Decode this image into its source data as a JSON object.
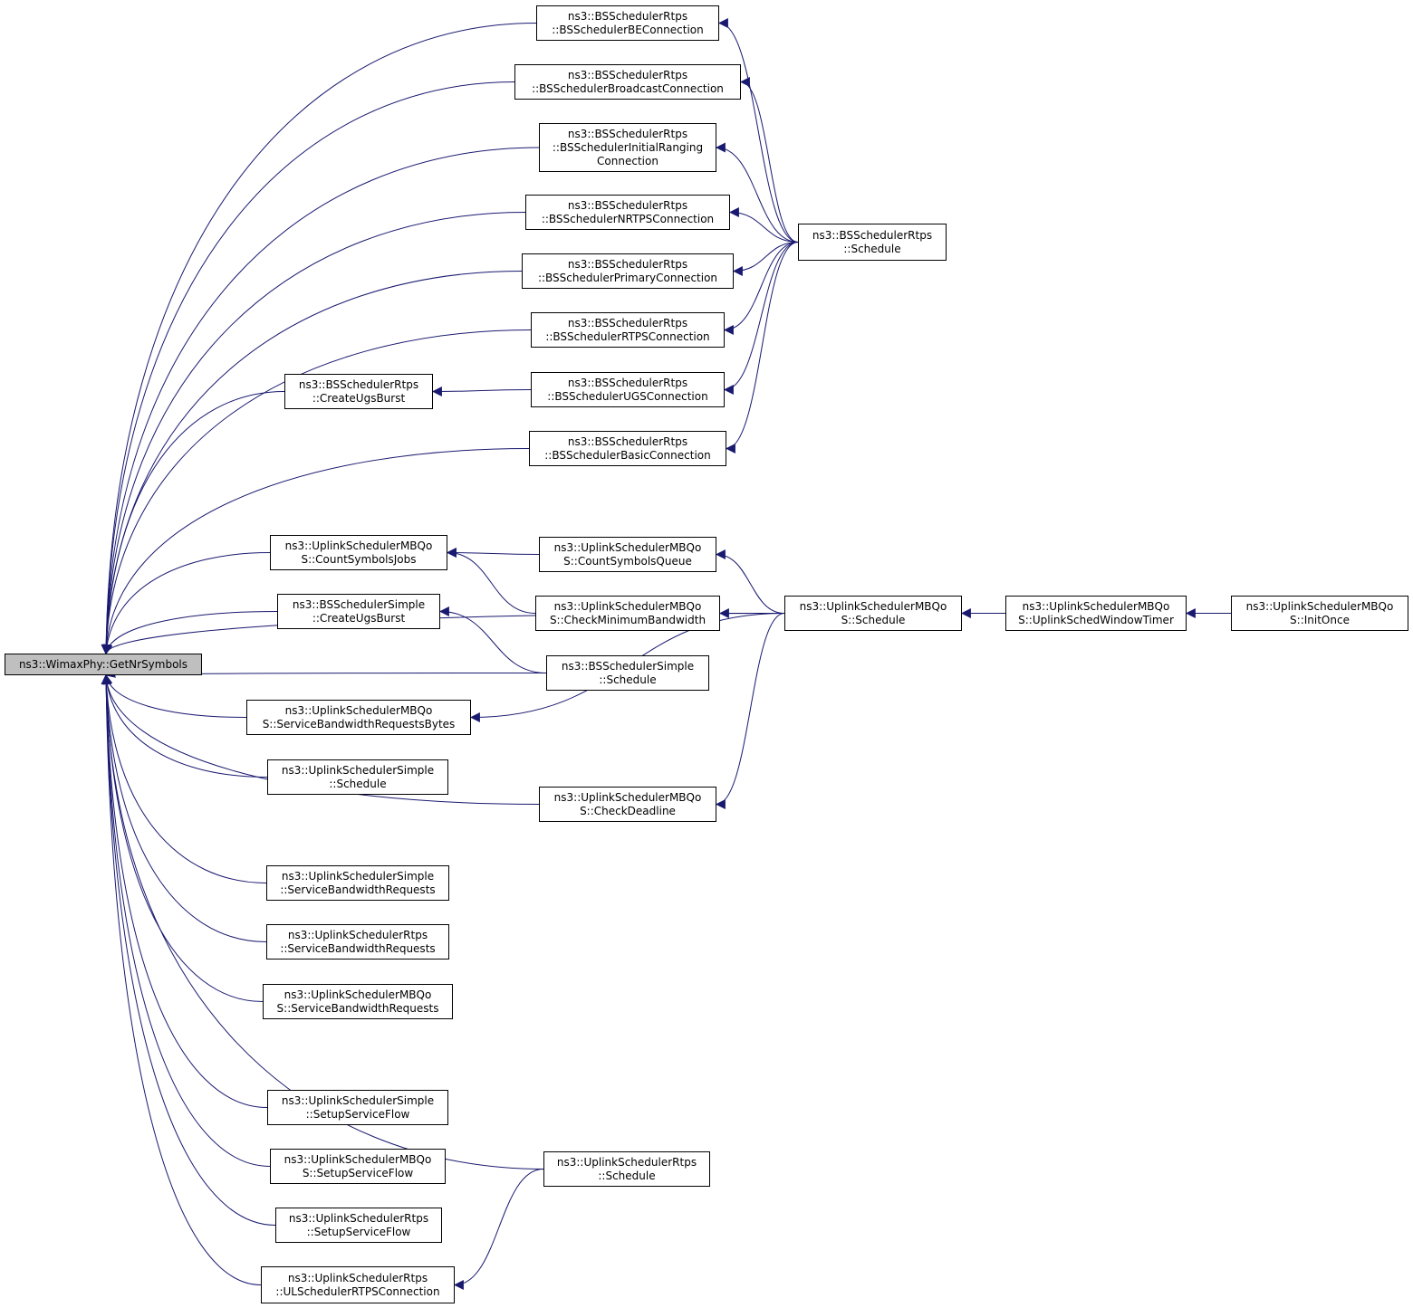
{
  "colors": {
    "edge": "#191970",
    "root_fill": "#bfbfbf",
    "node_fill": "#ffffff",
    "border": "#000000"
  },
  "nodes": {
    "root": {
      "lines": [
        "ns3::WimaxPhy::GetNrSymbols"
      ]
    },
    "be_conn": {
      "lines": [
        "ns3::BSSchedulerRtps",
        "::BSSchedulerBEConnection"
      ]
    },
    "bc_conn": {
      "lines": [
        "ns3::BSSchedulerRtps",
        "::BSSchedulerBroadcastConnection"
      ]
    },
    "ir_conn": {
      "lines": [
        "ns3::BSSchedulerRtps",
        "::BSSchedulerInitialRanging",
        "Connection"
      ]
    },
    "nrtps_conn": {
      "lines": [
        "ns3::BSSchedulerRtps",
        "::BSSchedulerNRTPSConnection"
      ]
    },
    "prim_conn": {
      "lines": [
        "ns3::BSSchedulerRtps",
        "::BSSchedulerPrimaryConnection"
      ]
    },
    "rtps_conn": {
      "lines": [
        "ns3::BSSchedulerRtps",
        "::BSSchedulerRTPSConnection"
      ]
    },
    "rtps_ugs_burst": {
      "lines": [
        "ns3::BSSchedulerRtps",
        "::CreateUgsBurst"
      ]
    },
    "ugs_conn": {
      "lines": [
        "ns3::BSSchedulerRtps",
        "::BSSchedulerUGSConnection"
      ]
    },
    "basic_conn": {
      "lines": [
        "ns3::BSSchedulerRtps",
        "::BSSchedulerBasicConnection"
      ]
    },
    "rtps_schedule": {
      "lines": [
        "ns3::BSSchedulerRtps",
        "::Schedule"
      ]
    },
    "mbqos_count_jobs": {
      "lines": [
        "ns3::UplinkSchedulerMBQo",
        "S::CountSymbolsJobs"
      ]
    },
    "mbqos_count_queue": {
      "lines": [
        "ns3::UplinkSchedulerMBQo",
        "S::CountSymbolsQueue"
      ]
    },
    "simple_ugs_burst": {
      "lines": [
        "ns3::BSSchedulerSimple",
        "::CreateUgsBurst"
      ]
    },
    "mbqos_min_bw": {
      "lines": [
        "ns3::UplinkSchedulerMBQo",
        "S::CheckMinimumBandwidth"
      ]
    },
    "mbqos_schedule": {
      "lines": [
        "ns3::UplinkSchedulerMBQo",
        "S::Schedule"
      ]
    },
    "mbqos_window_timer": {
      "lines": [
        "ns3::UplinkSchedulerMBQo",
        "S::UplinkSchedWindowTimer"
      ]
    },
    "mbqos_init_once": {
      "lines": [
        "ns3::UplinkSchedulerMBQo",
        "S::InitOnce"
      ]
    },
    "bs_simple_schedule": {
      "lines": [
        "ns3::BSSchedulerSimple",
        "::Schedule"
      ]
    },
    "mbqos_bw_bytes": {
      "lines": [
        "ns3::UplinkSchedulerMBQo",
        "S::ServiceBandwidthRequestsBytes"
      ]
    },
    "ul_simple_schedule": {
      "lines": [
        "ns3::UplinkSchedulerSimple",
        "::Schedule"
      ]
    },
    "mbqos_deadline": {
      "lines": [
        "ns3::UplinkSchedulerMBQo",
        "S::CheckDeadline"
      ]
    },
    "ul_simple_bw_req": {
      "lines": [
        "ns3::UplinkSchedulerSimple",
        "::ServiceBandwidthRequests"
      ]
    },
    "ul_rtps_bw_req": {
      "lines": [
        "ns3::UplinkSchedulerRtps",
        "::ServiceBandwidthRequests"
      ]
    },
    "mbqos_bw_req": {
      "lines": [
        "ns3::UplinkSchedulerMBQo",
        "S::ServiceBandwidthRequests"
      ]
    },
    "ul_simple_setup": {
      "lines": [
        "ns3::UplinkSchedulerSimple",
        "::SetupServiceFlow"
      ]
    },
    "mbqos_setup": {
      "lines": [
        "ns3::UplinkSchedulerMBQo",
        "S::SetupServiceFlow"
      ]
    },
    "ul_rtps_setup": {
      "lines": [
        "ns3::UplinkSchedulerRtps",
        "::SetupServiceFlow"
      ]
    },
    "ul_rtps_schedule": {
      "lines": [
        "ns3::UplinkSchedulerRtps",
        "::Schedule"
      ]
    },
    "ul_rtps_rtps_conn": {
      "lines": [
        "ns3::UplinkSchedulerRtps",
        "::ULSchedulerRTPSConnection"
      ]
    }
  },
  "edges": [
    [
      "be_conn",
      "root"
    ],
    [
      "bc_conn",
      "root"
    ],
    [
      "ir_conn",
      "root"
    ],
    [
      "nrtps_conn",
      "root"
    ],
    [
      "prim_conn",
      "root"
    ],
    [
      "rtps_conn",
      "root"
    ],
    [
      "rtps_ugs_burst",
      "root"
    ],
    [
      "basic_conn",
      "root"
    ],
    [
      "mbqos_count_jobs",
      "root"
    ],
    [
      "simple_ugs_burst",
      "root"
    ],
    [
      "bs_simple_schedule",
      "root"
    ],
    [
      "mbqos_bw_bytes",
      "root"
    ],
    [
      "ul_simple_schedule",
      "root"
    ],
    [
      "mbqos_deadline",
      "root"
    ],
    [
      "ul_simple_bw_req",
      "root"
    ],
    [
      "ul_rtps_bw_req",
      "root"
    ],
    [
      "mbqos_bw_req",
      "root"
    ],
    [
      "ul_simple_setup",
      "root"
    ],
    [
      "mbqos_setup",
      "root"
    ],
    [
      "ul_rtps_setup",
      "root"
    ],
    [
      "ul_rtps_schedule",
      "root"
    ],
    [
      "ul_rtps_rtps_conn",
      "root"
    ],
    [
      "mbqos_schedule",
      "root"
    ],
    [
      "rtps_schedule",
      "be_conn"
    ],
    [
      "rtps_schedule",
      "bc_conn"
    ],
    [
      "rtps_schedule",
      "ir_conn"
    ],
    [
      "rtps_schedule",
      "nrtps_conn"
    ],
    [
      "rtps_schedule",
      "prim_conn"
    ],
    [
      "rtps_schedule",
      "rtps_conn"
    ],
    [
      "rtps_schedule",
      "ugs_conn"
    ],
    [
      "rtps_schedule",
      "basic_conn"
    ],
    [
      "ugs_conn",
      "rtps_ugs_burst"
    ],
    [
      "mbqos_count_queue",
      "mbqos_count_jobs"
    ],
    [
      "mbqos_min_bw",
      "mbqos_count_jobs"
    ],
    [
      "mbqos_schedule",
      "mbqos_count_queue"
    ],
    [
      "mbqos_schedule",
      "mbqos_min_bw"
    ],
    [
      "mbqos_schedule",
      "mbqos_bw_bytes"
    ],
    [
      "mbqos_schedule",
      "mbqos_deadline"
    ],
    [
      "bs_simple_schedule",
      "simple_ugs_burst"
    ],
    [
      "mbqos_window_timer",
      "mbqos_schedule"
    ],
    [
      "mbqos_init_once",
      "mbqos_window_timer"
    ],
    [
      "ul_rtps_schedule",
      "ul_rtps_rtps_conn"
    ]
  ]
}
